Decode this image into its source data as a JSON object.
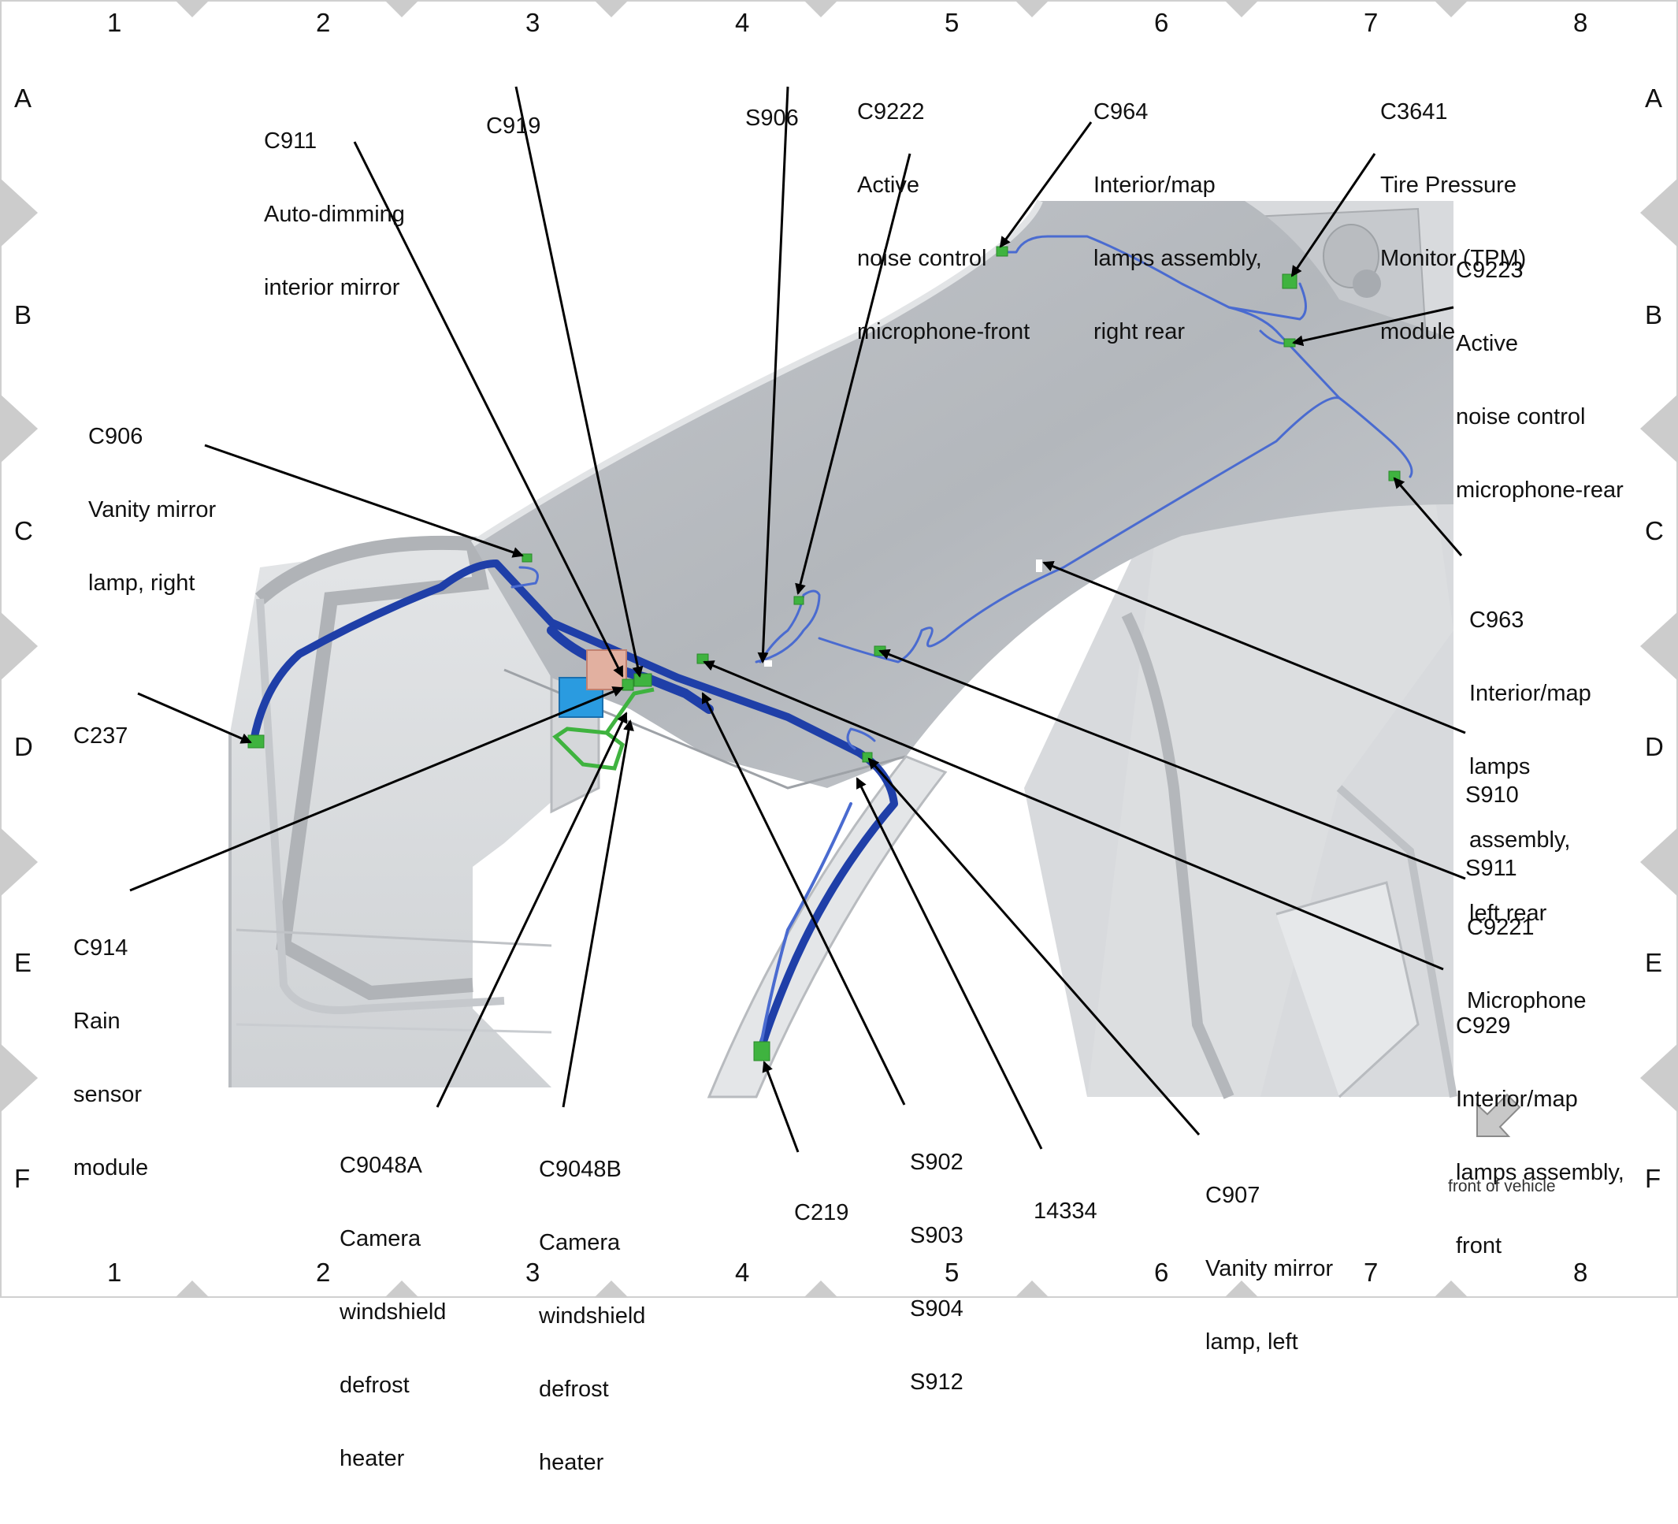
{
  "grid": {
    "columns": [
      "1",
      "2",
      "3",
      "4",
      "5",
      "6",
      "7",
      "8"
    ],
    "rows": [
      "A",
      "B",
      "C",
      "D",
      "E",
      "F"
    ]
  },
  "colors": {
    "harness_main": "#1f3fa8",
    "harness_light": "#4a6bd0",
    "connector": "#3fb33f",
    "body_panel": "#cfd2d6",
    "roof_panel": "#b9bdc2",
    "border_diamond": "#cccccc"
  },
  "callouts": {
    "c911": {
      "lines": [
        "C911",
        "Auto-dimming",
        "interior mirror"
      ]
    },
    "c919": {
      "lines": [
        "C919"
      ]
    },
    "s906": {
      "lines": [
        "S906"
      ]
    },
    "c9222": {
      "lines": [
        "C9222",
        "Active",
        "noise control",
        "microphone-front"
      ]
    },
    "c964": {
      "lines": [
        "C964",
        "Interior/map",
        "lamps assembly,",
        "right rear"
      ]
    },
    "c3641": {
      "lines": [
        "C3641",
        "Tire Pressure",
        "Monitor (TPM)",
        "module"
      ]
    },
    "c9223": {
      "lines": [
        "C9223",
        "Active",
        "noise control",
        "microphone-rear"
      ]
    },
    "c906": {
      "lines": [
        "C906",
        "Vanity mirror",
        "lamp, right"
      ]
    },
    "c963": {
      "lines": [
        "C963",
        "Interior/map",
        "lamps",
        "assembly,",
        "left rear"
      ]
    },
    "c237": {
      "lines": [
        "C237"
      ]
    },
    "s910": {
      "lines": [
        "S910",
        "S911"
      ]
    },
    "c9221": {
      "lines": [
        "C9221",
        "Microphone"
      ]
    },
    "c914": {
      "lines": [
        "C914",
        "Rain",
        "sensor",
        "module"
      ]
    },
    "c929": {
      "lines": [
        "C929",
        "Interior/map",
        "lamps assembly,",
        "front"
      ]
    },
    "c9048a": {
      "lines": [
        "C9048A",
        "Camera",
        "windshield",
        "defrost",
        "heater"
      ]
    },
    "c9048b": {
      "lines": [
        "C9048B",
        "Camera",
        "windshield",
        "defrost",
        "heater"
      ]
    },
    "c219": {
      "lines": [
        "C219"
      ]
    },
    "s902": {
      "lines": [
        "S902",
        "S903",
        "S904",
        "S912"
      ]
    },
    "n14334": {
      "lines": [
        "14334"
      ]
    },
    "c907": {
      "lines": [
        "C907",
        "Vanity mirror",
        "lamp, left"
      ]
    }
  },
  "orientation": {
    "label": "front of vehicle",
    "icon": "arrow-down-left-icon"
  }
}
